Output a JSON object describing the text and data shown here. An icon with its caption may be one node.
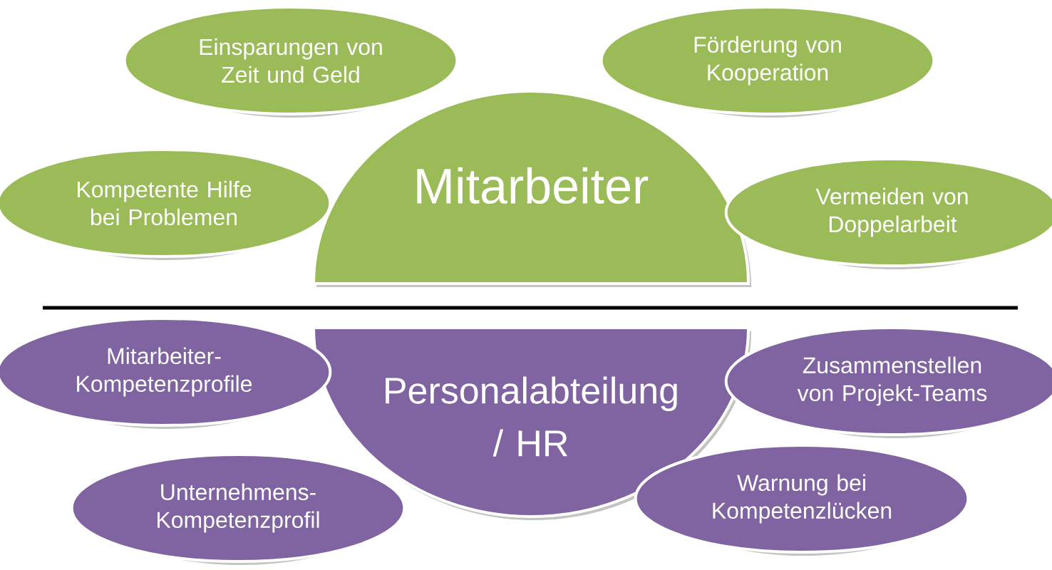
{
  "diagram": {
    "nodes": [
      {
        "text": [
          "Einsparungen von Zeit und Geld"
        ]
      },
      {
        "text": [
          "Förderung von Kooperation"
        ]
      },
      {
        "text": [
          "Mitarbeiter"
        ]
      },
      {
        "text": [
          "Kompetente Hilfe bei Problemen"
        ]
      },
      {
        "text": [
          "Vermeiden von Doppelarbeit"
        ]
      },
      {
        "text": [
          "Personalabteilung / HR"
        ]
      },
      {
        "text": [
          "Mitarbeiter-Kompetenzprofile"
        ]
      },
      {
        "text": [
          "Zusammenstellen von Projekt-Teams"
        ]
      },
      {
        "text": [
          "Warnung bei Kompetenzlücken"
        ]
      },
      {
        "text": [
          "Unternehmens-Kompetenzprofil"
        ]
      }
    ]
  }
}
